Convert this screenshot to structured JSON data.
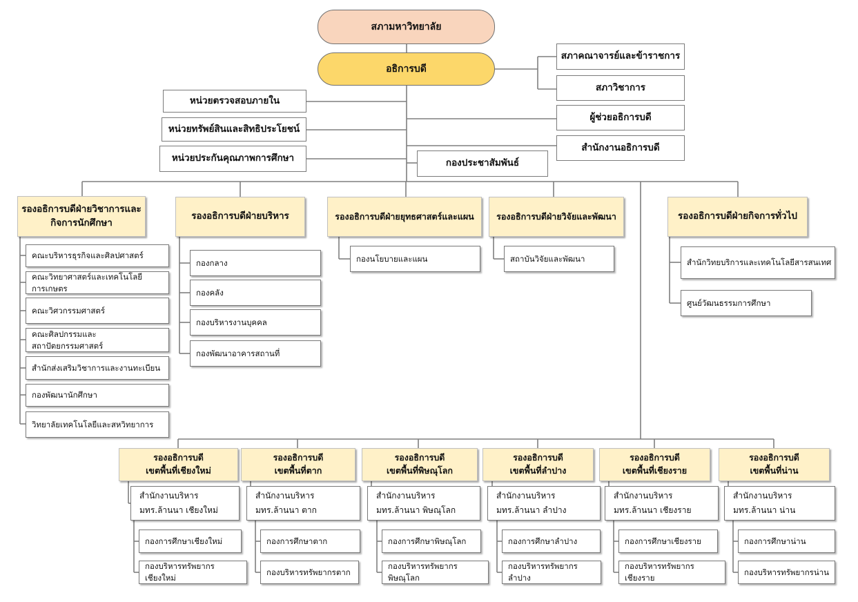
{
  "council": "สภามหาวิทยาลัย",
  "president": "อธิการบดี",
  "right_boards": [
    "สภาคณาจารย์และข้าราชการ",
    "สภาวิชาการ"
  ],
  "right_units": [
    "ผู้ช่วยอธิการบดี",
    "สำนักงานอธิการบดี"
  ],
  "left_units": [
    "หน่วยตรวจสอบภายใน",
    "หน่วยทรัพย์สินและสิทธิประโยชน์",
    "หน่วยประกันคุณภาพการศึกษา"
  ],
  "pr_division": "กองประชาสัมพันธ์",
  "vps": [
    {
      "title_l1": "รองอธิการบดีฝ่ายวิชาการและ",
      "title_l2": "กิจการนักศึกษา",
      "units": [
        "คณะบริหารธุรกิจและศิลปศาสตร์",
        "คณะวิทยาศาสตร์และเทคโนโลยีการเกษตร",
        "คณะวิศวกรรมศาสตร์",
        "คณะศิลปกรรมและสถาปัตยกรรมศาสตร์",
        "สำนักส่งเสริมวิชาการและงานทะเบียน",
        "กองพัฒนานักศึกษา",
        "วิทยาลัยเทคโนโลยีและสหวิทยาการ"
      ]
    },
    {
      "title_l1": "รองอธิการบดีฝ่ายบริหาร",
      "title_l2": "",
      "units": [
        "กองกลาง",
        "กองคลัง",
        "กองบริหารงานบุคคล",
        "กองพัฒนาอาคารสถานที่"
      ]
    },
    {
      "title_l1": "รองอธิการบดีฝ่ายยุทธศาสตร์และแผน",
      "title_l2": "",
      "units": [
        "กองนโยบายและแผน"
      ]
    },
    {
      "title_l1": "รองอธิการบดีฝ่ายวิจัยและพัฒนา",
      "title_l2": "",
      "units": [
        "สถาบันวิจัยและพัฒนา"
      ]
    },
    {
      "title_l1": "รองอธิการบดีฝ่ายกิจการทั่วไป",
      "title_l2": "",
      "units": [
        "สำนักวิทยบริการและเทคโนโลยีสารสนเทศ",
        "ศูนย์วัฒนธรรมการศึกษา"
      ]
    }
  ],
  "regions": [
    {
      "vp_l1": "รองอธิการบดี",
      "vp_l2": "เขตพื้นที่เชียงใหม่",
      "office_l1": "สำนักงานบริหาร",
      "office_l2": "มทร.ล้านนา เชียงใหม่",
      "edu": "กองการศึกษาเชียงใหม่",
      "res": "กองบริหารทรัพยากรเชียงใหม่"
    },
    {
      "vp_l1": "รองอธิการบดี",
      "vp_l2": "เขตพื้นที่ตาก",
      "office_l1": "สำนักงานบริหาร",
      "office_l2": "มทร.ล้านนา ตาก",
      "edu": "กองการศึกษาตาก",
      "res": "กองบริหารทรัพยากรตาก"
    },
    {
      "vp_l1": "รองอธิการบดี",
      "vp_l2": "เขตพื้นที่พิษณุโลก",
      "office_l1": "สำนักงานบริหาร",
      "office_l2": "มทร.ล้านนา พิษณุโลก",
      "edu": "กองการศึกษาพิษณุโลก",
      "res": "กองบริหารทรัพยากรพิษณุโลก"
    },
    {
      "vp_l1": "รองอธิการบดี",
      "vp_l2": "เขตพื้นที่ลำปาง",
      "office_l1": "สำนักงานบริหาร",
      "office_l2": "มทร.ล้านนา ลำปาง",
      "edu": "กองการศึกษาลำปาง",
      "res": "กองบริหารทรัพยากรลำปาง"
    },
    {
      "vp_l1": "รองอธิการบดี",
      "vp_l2": "เขตพื้นที่เชียงราย",
      "office_l1": "สำนักงานบริหาร",
      "office_l2": "มทร.ล้านนา เชียงราย",
      "edu": "กองการศึกษาเชียงราย",
      "res": "กองบริหารทรัพยากรเชียงราย"
    },
    {
      "vp_l1": "รองอธิการบดี",
      "vp_l2": "เขตพื้นที่น่าน",
      "office_l1": "สำนักงานบริหาร",
      "office_l2": "มทร.ล้านนา น่าน",
      "edu": "กองการศึกษาน่าน",
      "res": "กองบริหารทรัพยากรน่าน"
    }
  ],
  "colors": {
    "council": "#f9d5bd",
    "president": "#fcd76a",
    "vp": "#fff1c8",
    "line": "#7f7f7f"
  }
}
